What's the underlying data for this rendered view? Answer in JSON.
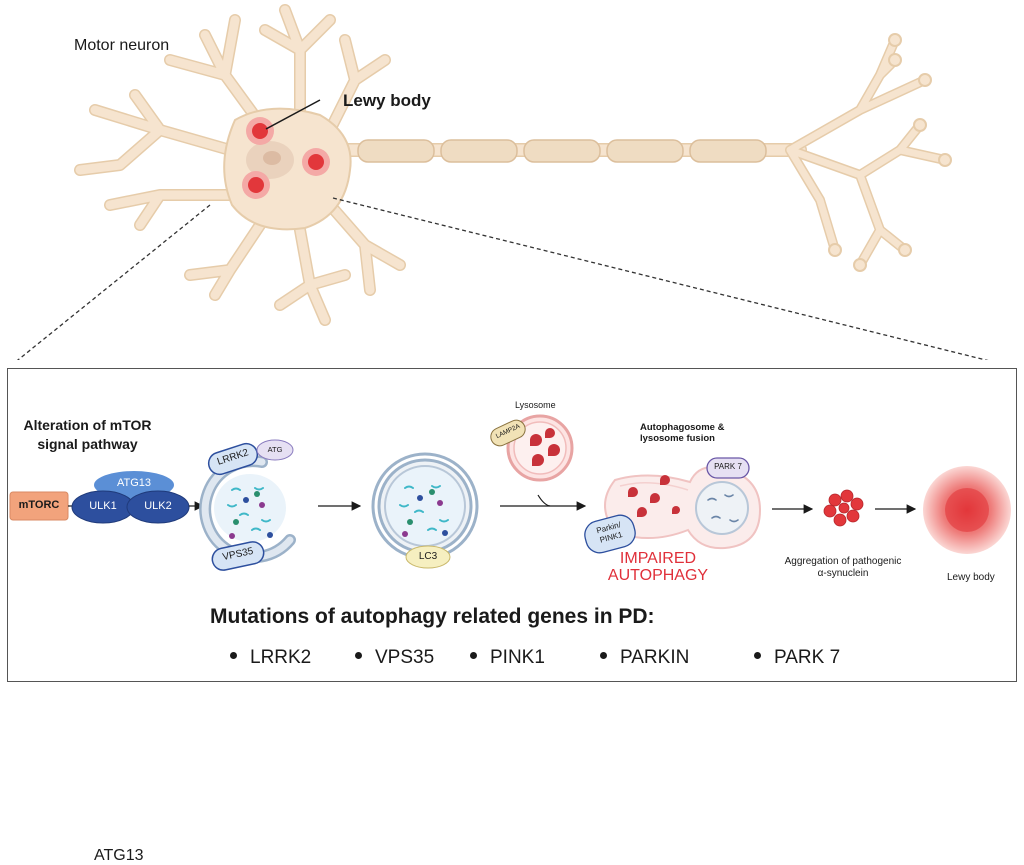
{
  "top": {
    "motor_neuron": "Motor neuron",
    "lewy_body": "Lewy body"
  },
  "pathway": {
    "alteration": "Alteration of mTOR signal  pathway",
    "mtorc": "mTORC",
    "atg13": "ATG13",
    "ulk1": "ULK1",
    "ulk2": "ULK2",
    "lrrk2": "LRRK2",
    "atg": "ATG",
    "vps35": "VPS35",
    "lc3": "LC3",
    "lysosome": "Lysosome",
    "lamp2a": "LAMP2A",
    "fusion": "Autophagosome & lysosome fusion",
    "park7": "PARK 7",
    "parkin_pink1": "Parkin/ PINK1",
    "impaired": "IMPAIRED AUTOPHAGY",
    "aggregation": "Aggregation of pathogenic α-synuclein",
    "lewy_body_end": "Lewy body"
  },
  "mutations": {
    "title": "Mutations of autophagy related genes in PD:",
    "genes": [
      "LRRK2",
      "VPS35",
      "PINK1",
      "PARKIN",
      "PARK 7"
    ]
  },
  "colors": {
    "neuron_fill": "#f6e4cf",
    "neuron_stroke": "#e3c8a6",
    "lewy_red": "#e2373b",
    "dark_blue": "#2d4f9e",
    "light_blue": "#5b8fd6",
    "mtorc_orange": "#f2a37c",
    "impaired_red": "#e0303a"
  }
}
